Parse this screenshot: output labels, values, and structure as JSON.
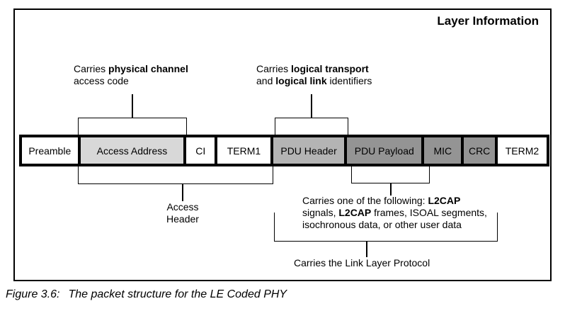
{
  "frame": {
    "title": "Layer Information"
  },
  "packet": {
    "border_color": "#000000",
    "segments": [
      {
        "label": "Preamble",
        "fill": "#ffffff",
        "w": 83
      },
      {
        "label": "Access Address",
        "fill": "#d8d8d8",
        "w": 154
      },
      {
        "label": "CI",
        "fill": "#ffffff",
        "w": 42
      },
      {
        "label": "TERM1",
        "fill": "#ffffff",
        "w": 79
      },
      {
        "label": "PDU Header",
        "fill": "#b4b4b4",
        "w": 106
      },
      {
        "label": "PDU Payload",
        "fill": "#949494",
        "w": 111
      },
      {
        "label": "MIC",
        "fill": "#949494",
        "w": 55
      },
      {
        "label": "CRC",
        "fill": "#949494",
        "w": 46
      },
      {
        "label": "TERM2",
        "fill": "#ffffff",
        "w": 73
      }
    ]
  },
  "annotations": {
    "access_code": {
      "lines": [
        [
          {
            "t": "Carries "
          },
          {
            "t": "physical channel",
            "b": true
          }
        ],
        [
          {
            "t": "access code"
          }
        ]
      ]
    },
    "logical": {
      "lines": [
        [
          {
            "t": "Carries "
          },
          {
            "t": "logical transport",
            "b": true
          }
        ],
        [
          {
            "t": "and "
          },
          {
            "t": "logical link",
            "b": true
          },
          {
            "t": " identifiers"
          }
        ]
      ]
    },
    "access_header": {
      "lines": [
        [
          {
            "t": "Access"
          }
        ],
        [
          {
            "t": "Header"
          }
        ]
      ]
    },
    "payload_contents": {
      "lines": [
        [
          {
            "t": "Carries one of the following: "
          },
          {
            "t": "L2CAP",
            "b": true
          }
        ],
        [
          {
            "t": "signals, "
          },
          {
            "t": "L2CAP",
            "b": true
          },
          {
            "t": " frames, ISOAL segments,"
          }
        ],
        [
          {
            "t": "isochronous data, or other user data"
          }
        ]
      ]
    },
    "link_layer": {
      "text": "Carries the Link Layer Protocol"
    }
  },
  "caption": {
    "label": "Figure 3.6:",
    "text": "The packet structure for the LE Coded PHY"
  }
}
